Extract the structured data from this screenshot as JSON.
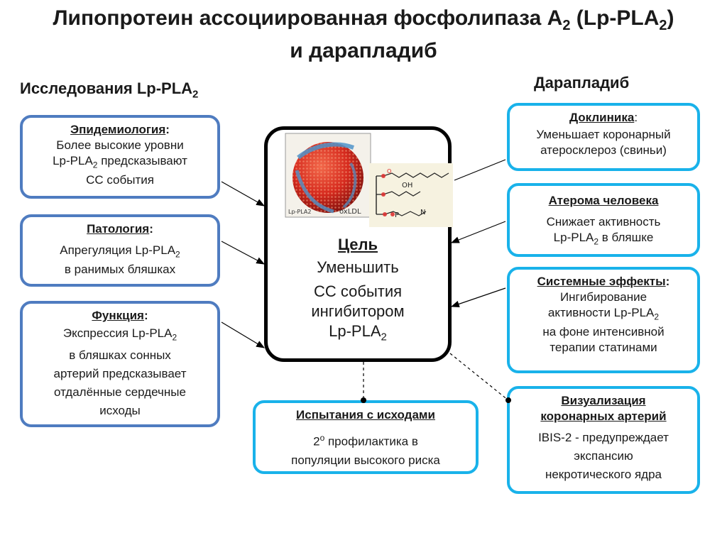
{
  "title": {
    "line1_pre": "Липопротеин ассоциированная фосфолипаза А",
    "line1_sub1": "2",
    "line1_mid": " (Lp-PLA",
    "line1_sub2": "2",
    "line1_post": ")",
    "line2": "и дарапладиб"
  },
  "left_heading": {
    "text": "Исследования Lp-PLA",
    "sub": "2"
  },
  "right_heading": {
    "text": "Дарапладиб"
  },
  "left_boxes": [
    {
      "title": "Эпидемиология",
      "colon": ":",
      "lines": [
        "Более высокие уровни",
        "Lp-PLA",
        "2",
        " предсказывают",
        "СС события"
      ]
    },
    {
      "title": "Патология",
      "colon": ":",
      "lines": [
        "Апрегуляция Lp-PLA",
        "2",
        "в ранимых бляшках"
      ]
    },
    {
      "title": "Функция",
      "colon": ":",
      "lines": [
        "Экспрессия Lp-PLA",
        "2",
        "в бляшках сонных",
        "артерий предсказывает",
        "отдалённые сердечные",
        "исходы"
      ]
    }
  ],
  "right_boxes": [
    {
      "title": "Доклиника",
      "colon": ":",
      "lines": [
        "Уменьшает коронарный",
        "атеросклероз (свиньи)"
      ]
    },
    {
      "title": "Атерома человека",
      "lines": [
        "Снижает активность",
        "Lp-PLA",
        "2",
        " в бляшке"
      ]
    },
    {
      "title": "Системные эффекты",
      "colon": ":",
      "lines": [
        "Ингибирование",
        "активности Lp-PLA",
        "2",
        "на фоне интенсивной",
        "терапии статинами"
      ]
    },
    {
      "title_line1": "Визуализация",
      "title_line2": "коронарных артерий",
      "lines": [
        "IBIS-2 - предупреждает",
        "экспансию",
        "некротического ядра"
      ]
    }
  ],
  "bottom_box": {
    "title": "Испытания с исходами",
    "line1_pre": "2",
    "line1_sup": "o",
    "line1_post": " профилактика в",
    "line2": "популяции высокого риска"
  },
  "center": {
    "goal": "Цель",
    "line1": "Уменьшить",
    "line2": "СС события",
    "line3": "ингибитором",
    "line4_pre": "Lp-PLA",
    "line4_sub": "2",
    "image_label_left": "Lp-PLA2",
    "image_label_right": "oxLDL",
    "chem_oh": "OH",
    "chem_o": "O",
    "chem_p": "P",
    "chem_n": "N"
  }
}
